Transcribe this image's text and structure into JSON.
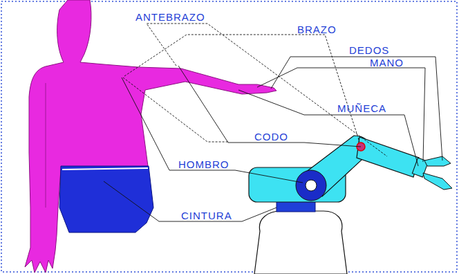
{
  "diagram": {
    "labels": [
      "ANTEBRAZO",
      "BRAZO",
      "DEDOS",
      "MANO",
      "MUÑECA",
      "CODO",
      "HOMBRO",
      "CINTURA"
    ]
  }
}
